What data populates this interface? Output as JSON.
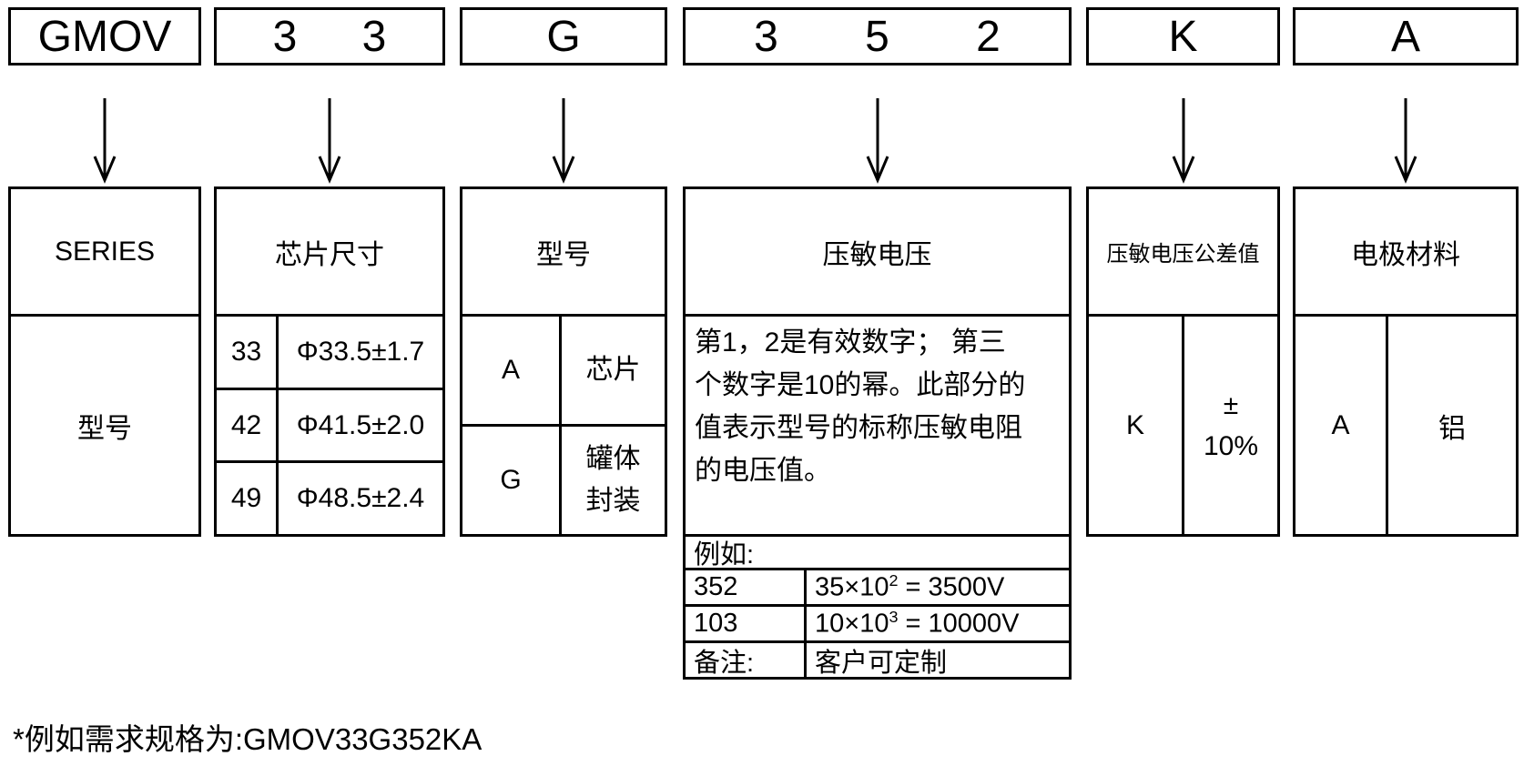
{
  "colors": {
    "line": "#000000",
    "background": "#ffffff"
  },
  "part_code": {
    "boxes": [
      {
        "label": "GMOV"
      },
      {
        "label": "3 3"
      },
      {
        "label": "G"
      },
      {
        "label": "3 5 2"
      },
      {
        "label": "K"
      },
      {
        "label": "A"
      }
    ]
  },
  "columns": [
    {
      "header": "SERIES",
      "body": "型号"
    },
    {
      "header": "芯片尺寸",
      "rows": [
        {
          "code": "33",
          "value": "Φ33.5±1.7"
        },
        {
          "code": "42",
          "value": "Φ41.5±2.0"
        },
        {
          "code": "49",
          "value": "Φ48.5±2.4"
        }
      ]
    },
    {
      "header": "型号",
      "rows": [
        {
          "code": "A",
          "value": "芯片"
        },
        {
          "code": "G",
          "value": "罐体封装"
        }
      ]
    },
    {
      "header": "压敏电压",
      "description": "第1，2是有效数字； 第三\n个数字是10的幂。此部分的\n值表示型号的标称压敏电阻\n的电压值。",
      "example": {
        "caption": "例如:",
        "rows": [
          {
            "code": "352",
            "base": "35×10",
            "sup": "2",
            "rest": " = 3500V"
          },
          {
            "code": "103",
            "base": "10×10",
            "sup": "3",
            "rest": " = 10000V"
          },
          {
            "code": "备注:",
            "base": "客户可定制",
            "sup": "",
            "rest": ""
          }
        ]
      }
    },
    {
      "header": "压敏电压公差值",
      "rows": [
        {
          "code": "K",
          "value": "±\n10%"
        }
      ]
    },
    {
      "header": "电极材料",
      "rows": [
        {
          "code": "A",
          "value": "铝"
        }
      ]
    }
  ],
  "footnote": "*例如需求规格为:GMOV33G352KA"
}
